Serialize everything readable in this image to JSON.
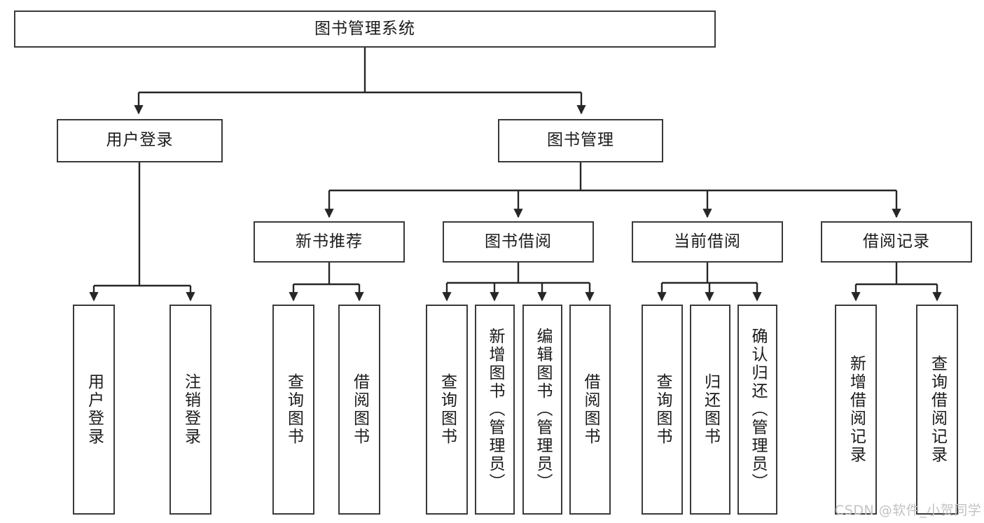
{
  "diagram": {
    "type": "tree",
    "title": "图书管理系统",
    "root": {
      "label": "图书管理系统",
      "children": [
        {
          "label": "用户登录",
          "children": [
            {
              "label": "用户登录"
            },
            {
              "label": "注销登录"
            }
          ]
        },
        {
          "label": "图书管理",
          "children": [
            {
              "label": "新书推荐",
              "children": [
                {
                  "label": "查询图书"
                },
                {
                  "label": "借阅图书"
                }
              ]
            },
            {
              "label": "图书借阅",
              "children": [
                {
                  "label": "查询图书"
                },
                {
                  "label": "新增图书（管理员）"
                },
                {
                  "label": "编辑图书（管理员）"
                },
                {
                  "label": "借阅图书"
                }
              ]
            },
            {
              "label": "当前借阅",
              "children": [
                {
                  "label": "查询图书"
                },
                {
                  "label": "归还图书"
                },
                {
                  "label": "确认归还（管理员）"
                }
              ]
            },
            {
              "label": "借阅记录",
              "children": [
                {
                  "label": "新增借阅记录"
                },
                {
                  "label": "查询借阅记录"
                }
              ]
            }
          ]
        }
      ]
    },
    "nodes": {
      "root": "图书管理系统",
      "l1_user_login": "用户登录",
      "l1_book_mgmt": "图书管理",
      "l2_new_book": "新书推荐",
      "l2_borrow": "图书借阅",
      "l2_current": "当前借阅",
      "l2_record": "借阅记录",
      "leaf_user_login": "用户登录",
      "leaf_user_logout": "注销登录",
      "leaf_nb_query": "查询图书",
      "leaf_nb_borrow": "借阅图书",
      "leaf_bb_query": "查询图书",
      "leaf_bb_add": "新增图书（管理员）",
      "leaf_bb_edit": "编辑图书（管理员）",
      "leaf_bb_borrow": "借阅图书",
      "leaf_cb_query": "查询图书",
      "leaf_cb_return": "归还图书",
      "leaf_cb_confirm": "确认归还（管理员）",
      "leaf_rec_add": "新增借阅记录",
      "leaf_rec_query": "查询借阅记录"
    },
    "colors": {
      "border": "#3a3a3a",
      "line": "#262626",
      "text": "#1b1b1b",
      "background": "#ffffff",
      "watermark": "#c2c2c2"
    }
  },
  "watermark": {
    "text": "CSDN @软件_小贺同学"
  }
}
